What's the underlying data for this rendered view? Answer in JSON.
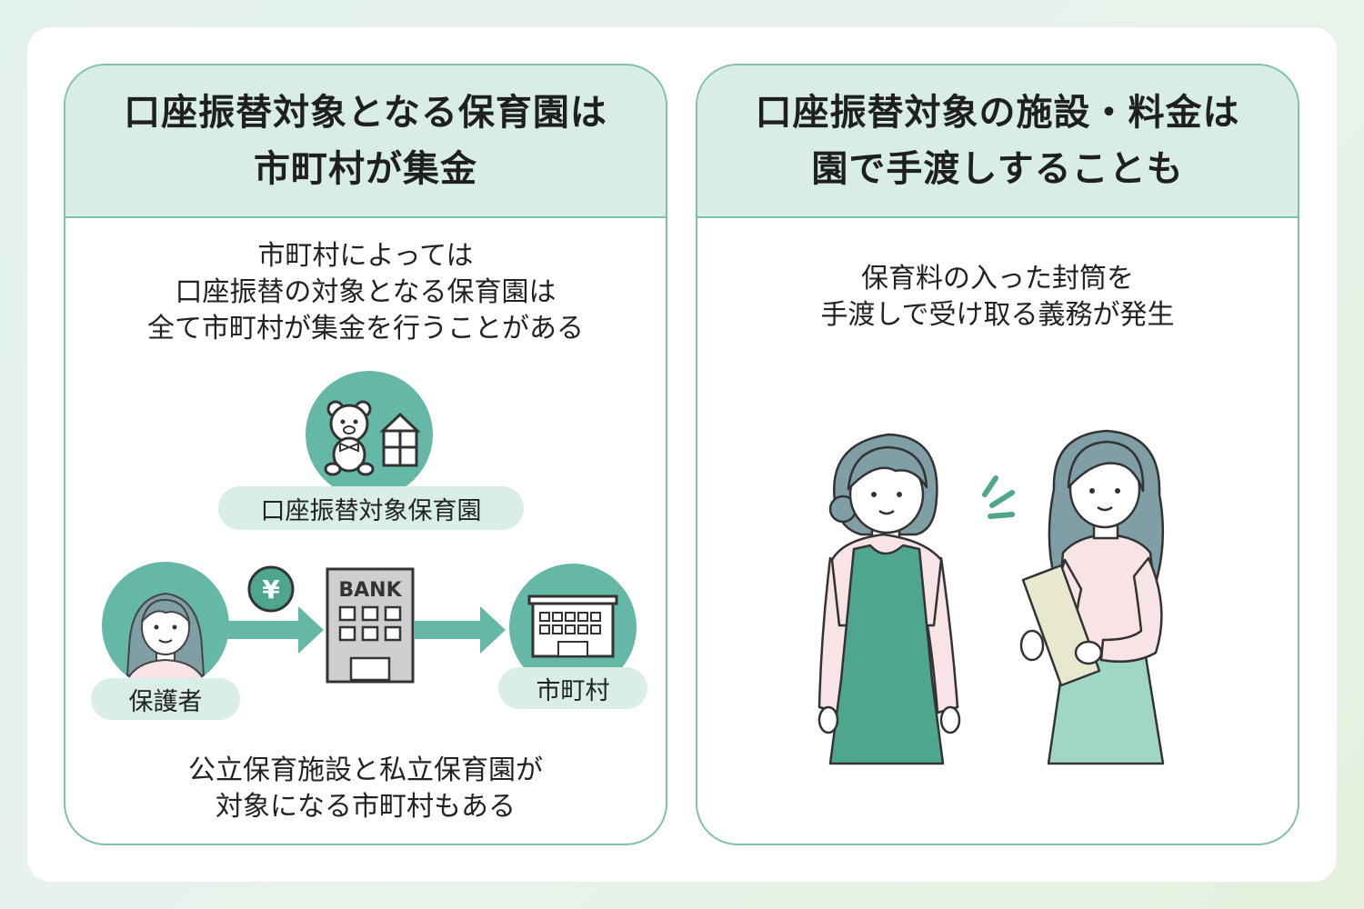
{
  "colors": {
    "accent": "#66b8a6",
    "accent_light": "#d7ede6",
    "border": "#7fbfae",
    "hair": "#7f9ea5",
    "skin": "#ffffff",
    "pink": "#f8e3e6",
    "apron": "#4fa68e",
    "building": "#cfcfcf"
  },
  "left_panel": {
    "heading": [
      "口座振替対象となる保育園は",
      "市町村が集金"
    ],
    "intro": [
      "市町村によっては",
      "口座振替の対象となる保育園は",
      "全て市町村が集金を行うことがある"
    ],
    "nursery_label": "口座振替対象保育園",
    "guardian_label": "保護者",
    "yen_symbol": "¥",
    "bank_label": "BANK",
    "city_label": "市町村",
    "footer": [
      "公立保育施設と私立保育園が",
      "対象になる市町村もある"
    ]
  },
  "right_panel": {
    "heading": [
      "口座振替対象の施設・料金は",
      "園で手渡しすることも"
    ],
    "intro": [
      "保育料の入った封筒を",
      "手渡しで受け取る義務が発生"
    ]
  }
}
